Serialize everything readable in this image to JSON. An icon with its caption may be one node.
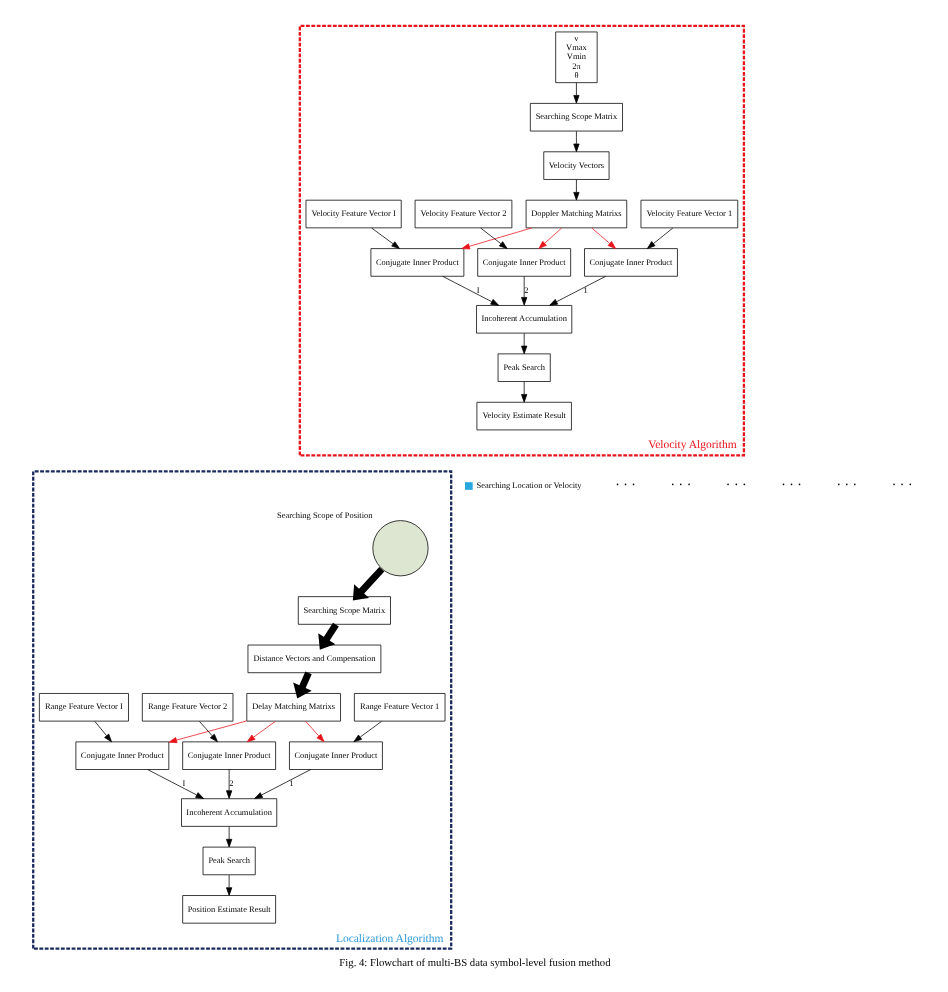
{
  "diagram": {
    "caption": "Fig. 4: Flowchart of multi-BS data symbol-level fusion method",
    "nodes": [
      {
        "text": [
          "Velocity Algorithm"
        ]
      },
      {
        "text": [
          "Velocity Estimate Result"
        ],
        "in": 0
      },
      {
        "text": [
          "Peak Search"
        ],
        "in": 0
      },
      {
        "text": [
          "Incoherent Accumulation"
        ],
        "in": 0
      },
      {
        "text": [
          "Conjugate Inner Product"
        ],
        "in": 0
      },
      {
        "text": [
          "Conjugate Inner Product"
        ],
        "in": 0
      },
      {
        "text": [
          "Conjugate Inner Product"
        ],
        "in": 0
      },
      {
        "text": [
          "Doppler Matching Matrixs"
        ],
        "in": 0
      },
      {
        "text": [
          "Velocity Feature Vector I"
        ],
        "in": 0
      },
      {
        "text": [
          "Velocity Feature Vector 2"
        ],
        "in": 0
      },
      {
        "text": [
          "Velocity Feature Vector 1"
        ],
        "in": 0
      },
      {
        "text": [
          "Velocity Vectors"
        ],
        "in": 0
      },
      {
        "text": [
          "Searching Scope Matrix"
        ],
        "in": 0
      },
      {
        "text": [
          "v",
          "Vmax",
          "Vmin",
          "2π",
          "θ"
        ],
        "in": 0
      },
      {
        "text": [
          "Localization Algorithm"
        ]
      },
      {
        "text": [],
        "shape": "circle",
        "beside": [
          "Searching Scope of Position"
        ],
        "in": 14
      },
      {
        "text": [
          "Searching Scope Matrix"
        ],
        "in": 14
      },
      {
        "text": [
          "Distance Vectors and Compensation"
        ],
        "in": 14
      },
      {
        "text": [
          "Delay Matching Matrixs"
        ],
        "in": 14
      },
      {
        "text": [
          "Range Feature Vector 1"
        ],
        "in": 14
      },
      {
        "text": [
          "Range Feature Vector 2"
        ],
        "in": 14
      },
      {
        "text": [
          "Range Feature Vector I"
        ],
        "in": 14
      },
      {
        "text": [
          "Conjugate Inner Product"
        ],
        "in": 14
      },
      {
        "text": [
          "Conjugate Inner Product"
        ],
        "in": 14
      },
      {
        "text": [
          "Conjugate Inner Product"
        ],
        "in": 14
      },
      {
        "text": [
          "Incoherent Accumulation"
        ],
        "in": 14
      },
      {
        "text": [
          "Peak Search"
        ],
        "in": 14
      },
      {
        "text": [
          "Position Estimate Result"
        ],
        "in": 14
      }
    ],
    "edges": [
      {
        "from": 3,
        "to": 2,
        "arrow": "to"
      },
      {
        "from": 2,
        "to": 1,
        "arrow": "to"
      },
      {
        "from": 4,
        "to": 3,
        "arrow": "to",
        "label": "I"
      },
      {
        "from": 5,
        "to": 3,
        "arrow": "to",
        "label": "2"
      },
      {
        "from": 6,
        "to": 3,
        "arrow": "to",
        "label": "1"
      },
      {
        "from": 7,
        "to": 4,
        "arrow": "to",
        "color": "#e8141c"
      },
      {
        "from": 7,
        "to": 5,
        "arrow": "to",
        "color": "#e8141c"
      },
      {
        "from": 7,
        "to": 6,
        "arrow": "to",
        "color": "#e8141c"
      },
      {
        "from": 8,
        "to": 4,
        "arrow": "to"
      },
      {
        "from": 9,
        "to": 5,
        "arrow": "to"
      },
      {
        "from": 10,
        "to": 6,
        "arrow": "to"
      },
      {
        "from": 11,
        "to": 7,
        "arrow": "to"
      },
      {
        "from": 12,
        "to": 11,
        "arrow": "to"
      },
      {
        "from": 13,
        "to": 12,
        "arrow": "to"
      },
      {
        "from": 15,
        "to": 16,
        "arrow": "to",
        "style": "thick"
      },
      {
        "from": 16,
        "to": 17,
        "arrow": "to",
        "style": "thick"
      },
      {
        "from": 17,
        "to": 18,
        "arrow": "to",
        "style": "thick"
      },
      {
        "from": 18,
        "to": 22,
        "arrow": "to",
        "color": "#e8141c"
      },
      {
        "from": 18,
        "to": 23,
        "arrow": "to",
        "color": "#e8141c"
      },
      {
        "from": 18,
        "to": 24,
        "arrow": "to",
        "color": "#e8141c"
      },
      {
        "from": 19,
        "to": 22,
        "arrow": "to"
      },
      {
        "from": 20,
        "to": 23,
        "arrow": "to"
      },
      {
        "from": 21,
        "to": 24,
        "arrow": "to"
      },
      {
        "from": 22,
        "to": 25,
        "arrow": "to",
        "label": "1"
      },
      {
        "from": 23,
        "to": 25,
        "arrow": "to",
        "label": "2"
      },
      {
        "from": 24,
        "to": 25,
        "arrow": "to",
        "label": "I"
      },
      {
        "from": 25,
        "to": 26,
        "arrow": "to"
      },
      {
        "from": 26,
        "to": 27,
        "arrow": "to"
      }
    ],
    "labels": [
      "· · ·",
      "· · ·",
      "· · ·",
      "· · ·",
      "· · ·",
      "· · ·"
    ],
    "legend": [
      {
        "text": "Searching Location or Velocity",
        "color": "#29a8e0"
      }
    ]
  }
}
